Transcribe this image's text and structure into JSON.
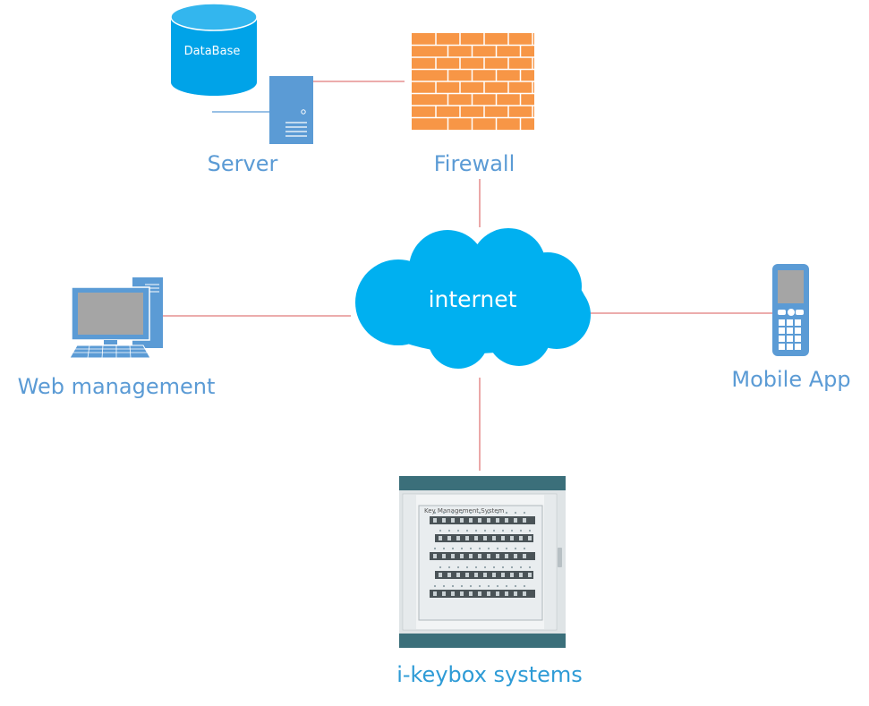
{
  "nodes": {
    "database": {
      "label": "DataBase"
    },
    "server": {
      "label": "Server"
    },
    "firewall": {
      "label": "Firewall"
    },
    "internet": {
      "label": "internet"
    },
    "web": {
      "label": "Web management"
    },
    "mobile": {
      "label": "Mobile App"
    },
    "keybox": {
      "label": "i-keybox systems",
      "panel_title": "Key Management System"
    }
  },
  "colors": {
    "icon_blue": "#5b9bd5",
    "cloud_blue": "#00b0f0",
    "database_blue": "#00a3e8",
    "firewall_orange": "#f79646",
    "connector_red": "#e07a7a",
    "keybox_label": "#2e9bd6"
  }
}
